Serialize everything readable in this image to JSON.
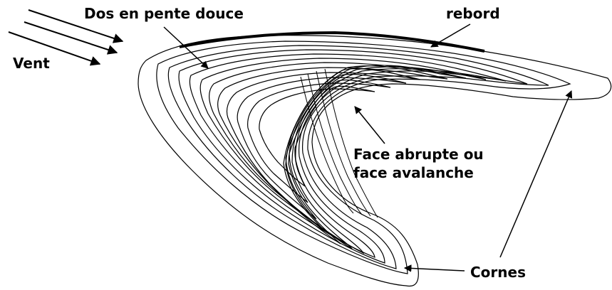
{
  "labels": {
    "wind": "Vent",
    "gentle_back": "Dos en pente douce",
    "crest": "rebord",
    "steep_face_line1": "Face abrupte ou",
    "steep_face_line2": "face avalanche",
    "horns": "Cornes"
  },
  "colors": {
    "ink": "#000000",
    "background": "#ffffff"
  }
}
